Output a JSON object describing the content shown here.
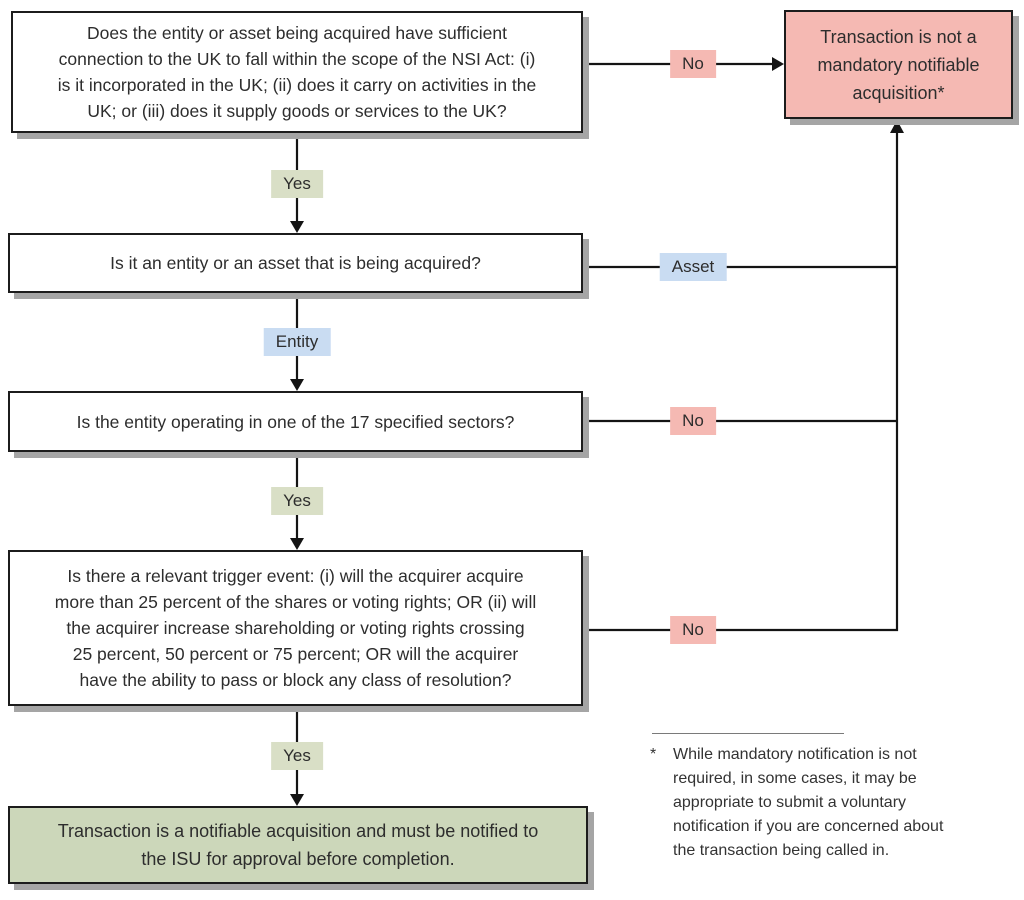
{
  "flowchart": {
    "questions": {
      "q1": "Does the entity or asset being acquired have sufficient\nconnection to the UK to fall within the scope of the NSI Act: (i)\nis it incorporated in the UK; (ii) does it carry on activities in the\nUK; or (iii) does it supply goods or services to the UK?",
      "q2": "Is it an entity or an asset that is being acquired?",
      "q3": "Is the entity operating in one of the 17 specified sectors?",
      "q4": "Is there a relevant trigger event: (i) will the acquirer acquire\nmore than 25 percent of the shares or voting rights; OR (ii) will\nthe acquirer increase shareholding or voting rights crossing\n25 percent, 50 percent or 75 percent; OR will the acquirer\nhave the ability to pass or block any class of resolution?"
    },
    "outcomes": {
      "not_mandatory": "Transaction is not a\nmandatory notifiable\nacquisition*",
      "notifiable": "Transaction is a notifiable acquisition and must be notified to\nthe ISU for approval before completion."
    },
    "edge_labels": {
      "yes1": "Yes",
      "no1": "No",
      "entity": "Entity",
      "asset": "Asset",
      "yes2": "Yes",
      "no2": "No",
      "yes3": "Yes",
      "no3": "No"
    },
    "footnote": {
      "marker": "*",
      "text": "While mandatory notification is not\nrequired, in some cases, it may be\nappropriate to submit a voluntary\nnotification if you are concerned about\nthe transaction being called in."
    },
    "colors": {
      "pink": "#f5b9b3",
      "green_badge": "#d9dfc6",
      "green_box": "#ccd7ba",
      "blue": "#c9dcf2",
      "border": "#1c1c1c",
      "line": "#141414",
      "shadow": "#a5a5a5",
      "text": "#2d2d2d"
    }
  }
}
